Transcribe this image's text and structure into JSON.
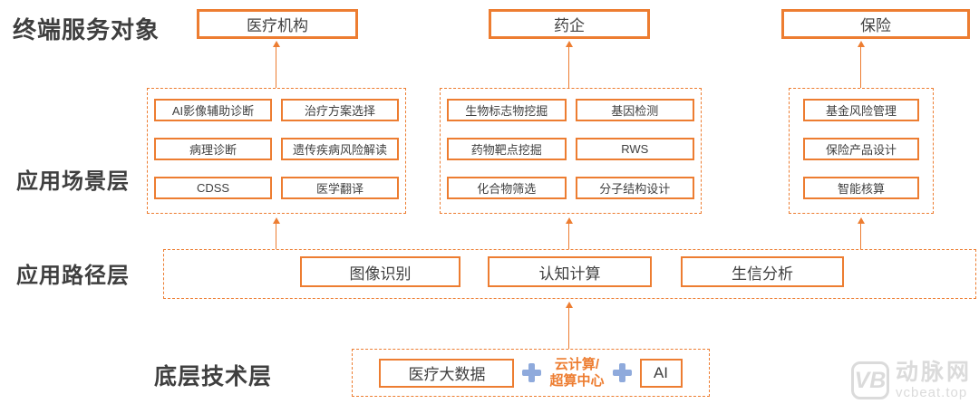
{
  "colors": {
    "accent_orange": "#ED7D31",
    "text_dark": "#3F3F3F",
    "plus_blue": "#8FAADC",
    "watermark_gray": "#DBDBDB"
  },
  "row_labels": {
    "terminal": "终端服务对象",
    "scenario": "应用场景层",
    "path": "应用路径层",
    "tech": "底层技术层"
  },
  "terminal_boxes": [
    {
      "label": "医疗机构"
    },
    {
      "label": "药企"
    },
    {
      "label": "保险"
    }
  ],
  "scenario_groups": [
    {
      "items": [
        "AI影像辅助诊断",
        "治疗方案选择",
        "病理诊断",
        "遗传疾病风险解读",
        "CDSS",
        "医学翻译"
      ]
    },
    {
      "items": [
        "生物标志物挖掘",
        "基因检测",
        "药物靶点挖掘",
        "RWS",
        "化合物筛选",
        "分子结构设计"
      ]
    },
    {
      "items": [
        "基金风险管理",
        "保险产品设计",
        "智能核算"
      ]
    }
  ],
  "path_boxes": [
    {
      "label": "图像识别"
    },
    {
      "label": "认知计算"
    },
    {
      "label": "生信分析"
    }
  ],
  "tech_layer": {
    "big_data": "医疗大数据",
    "cloud_line1": "云计算/",
    "cloud_line2": "超算中心",
    "ai": "AI"
  },
  "watermark": {
    "logo_text": "VB",
    "name": "动脉网",
    "url": "vcbeat.top"
  }
}
